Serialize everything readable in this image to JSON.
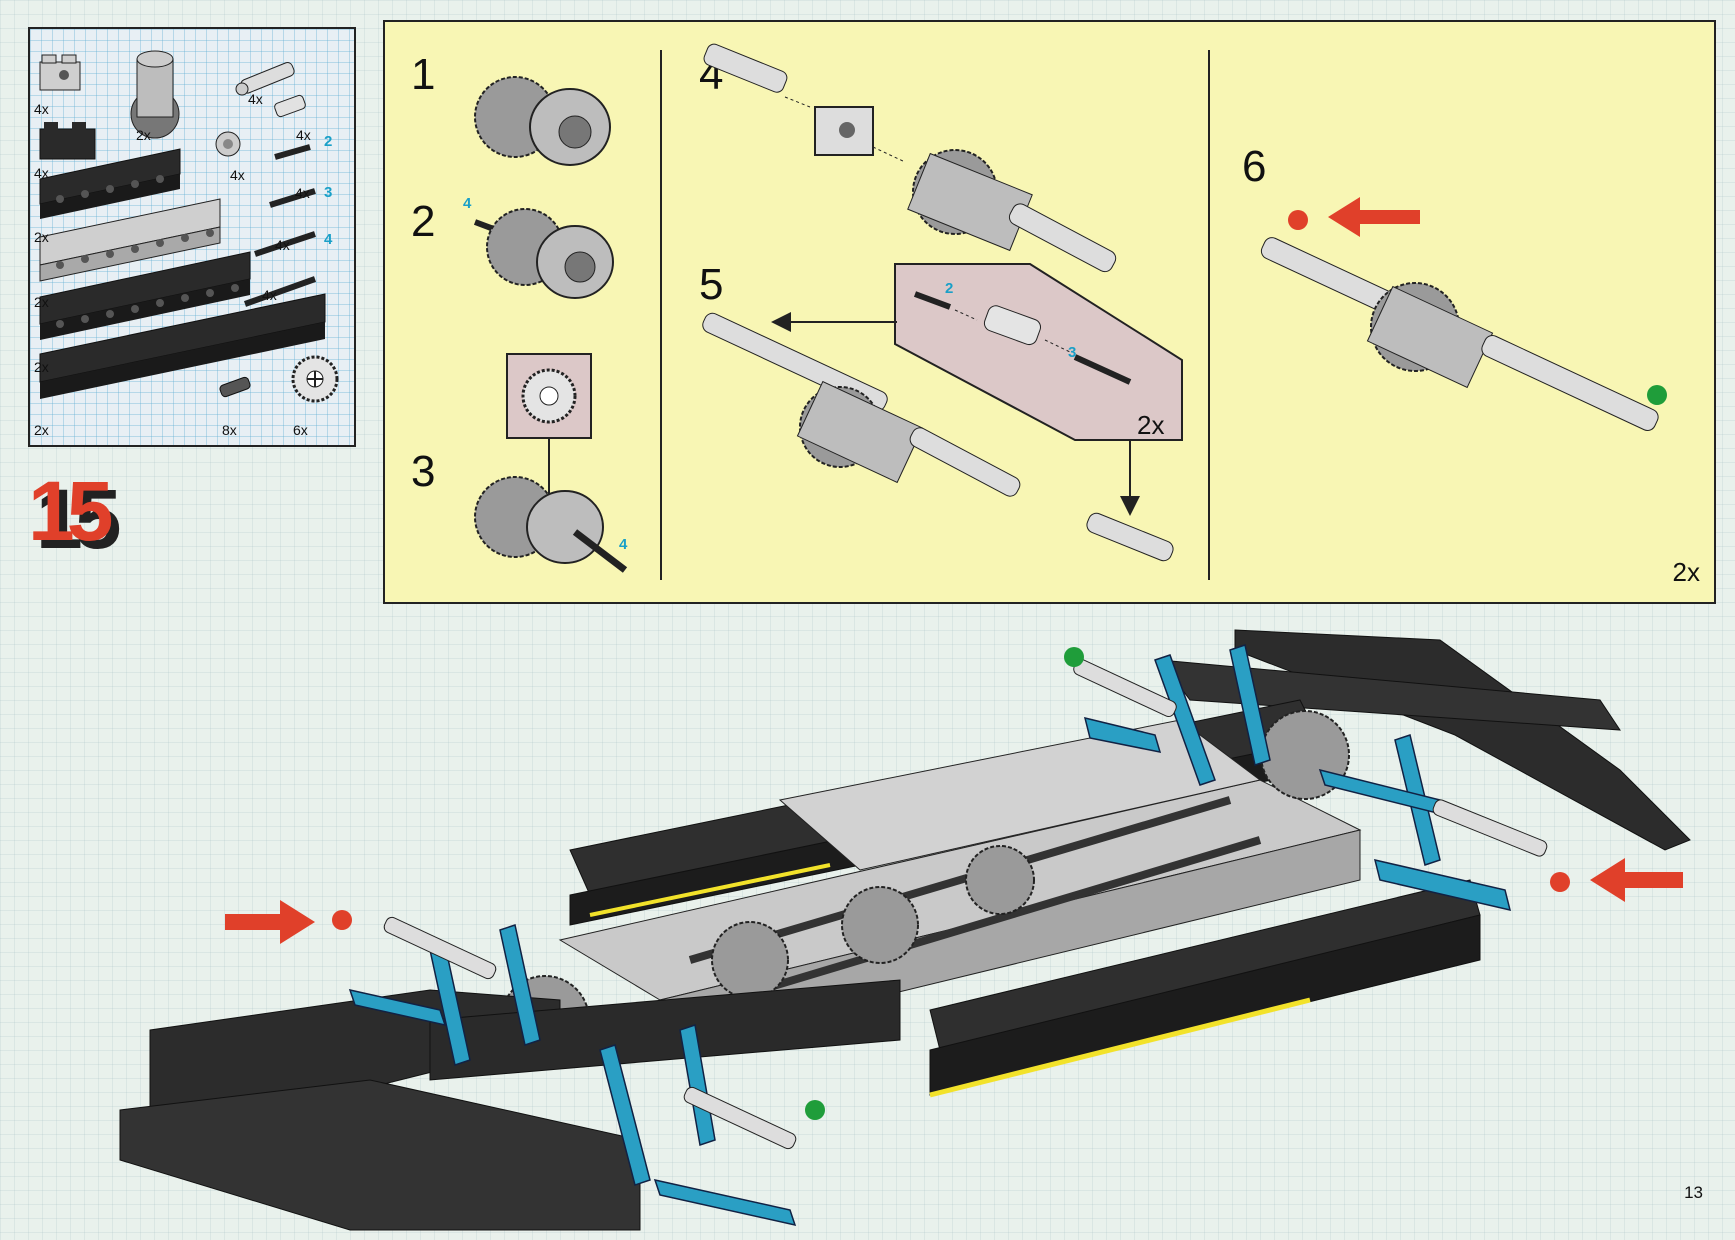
{
  "page": {
    "number": "13",
    "step": "15"
  },
  "parts": [
    {
      "name": "1x2-beam-grey",
      "qty": "4x"
    },
    {
      "name": "differential-housing",
      "qty": "2x"
    },
    {
      "name": "universal-joint",
      "qty": "4x"
    },
    {
      "name": "1x2-beam-black",
      "qty": "4x"
    },
    {
      "name": "bush",
      "qty": "4x"
    },
    {
      "name": "connector",
      "qty": "4x"
    },
    {
      "name": "axle-2",
      "qty": "4x",
      "length": "2"
    },
    {
      "name": "1x6-beam-black",
      "qty": "2x"
    },
    {
      "name": "axle-3",
      "qty": "4x",
      "length": "3"
    },
    {
      "name": "1x8-beam-grey",
      "qty": "2x"
    },
    {
      "name": "axle-4",
      "qty": "4x",
      "length": "4"
    },
    {
      "name": "1x10-beam-black",
      "qty": "2x"
    },
    {
      "name": "1x16-beam-black",
      "qty": "2x"
    },
    {
      "name": "pin",
      "qty": "8x"
    },
    {
      "name": "gear-24",
      "qty": "6x"
    }
  ],
  "steps": [
    {
      "number": "1"
    },
    {
      "number": "2",
      "axle_label": "4"
    },
    {
      "number": "3",
      "axle_label": "4"
    },
    {
      "number": "4"
    },
    {
      "number": "5",
      "callout_axle_a": "2",
      "callout_axle_b": "3",
      "callout_mult": "2x"
    },
    {
      "number": "6",
      "mult": "2x"
    }
  ],
  "colors": {
    "red_dot": "#e0402a",
    "green_dot": "#1f9d3a",
    "arrow": "#e0402a",
    "liftarm": "#2a9fc4"
  }
}
